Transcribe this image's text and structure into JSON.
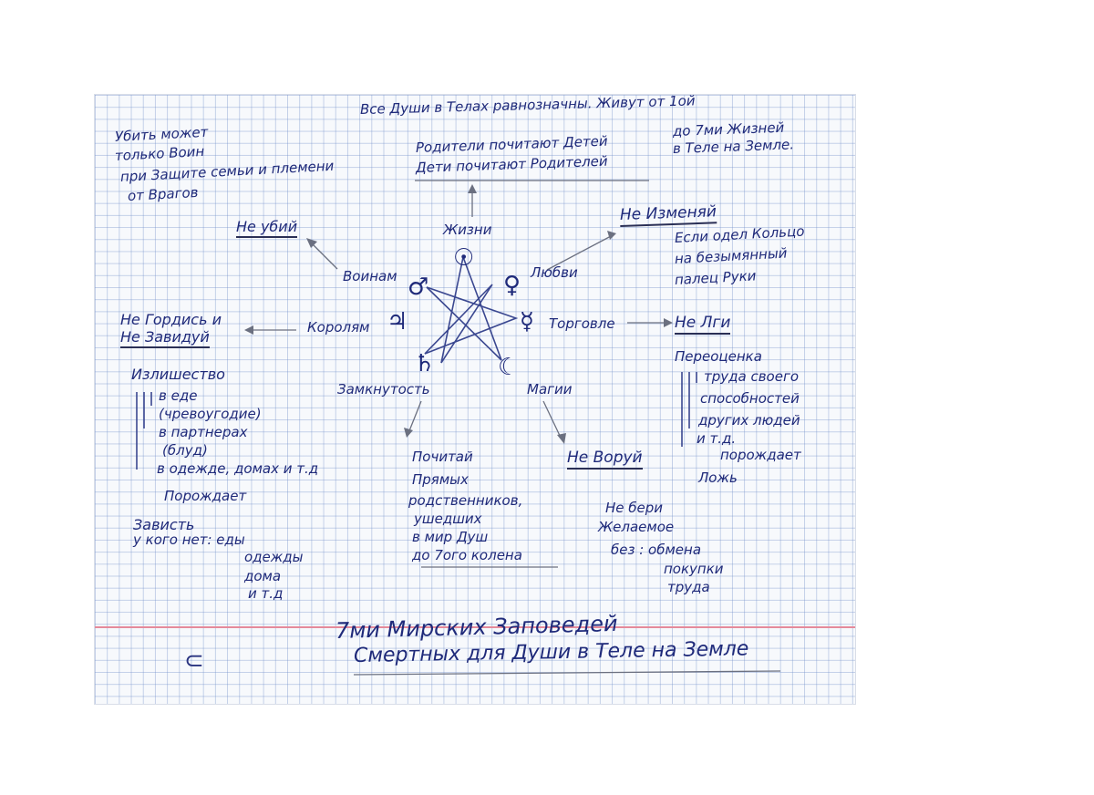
{
  "top": {
    "line1": "Все Души в Телах равнозначны. Живут от 1ой",
    "line2": "до 7ми Жизней",
    "line3": "в Теле на Земле."
  },
  "warrior_note": {
    "line1": "Убить может",
    "line2": "только Воин",
    "line3": "при Защите семьи и племени",
    "line4": "от Врагов"
  },
  "parents": {
    "line1": "Родители почитают Детей",
    "line2": "Дети почитают Родителей"
  },
  "ne_ubiy": "Не убий",
  "ne_izmenyay": {
    "title": "Не Изменяй",
    "line1": "Если одел Кольцо",
    "line2": "на безымянный",
    "line3": "палец Руки"
  },
  "centre": {
    "zhizni": "Жизни",
    "lyubvi": "Любви",
    "voinam": "Воинам",
    "korolyam": "Королям",
    "torgovle": "Торговле",
    "zamknutost": "Замкнутость",
    "magii": "Магии"
  },
  "symbols": {
    "sun": "☉",
    "mars": "♂",
    "venus": "♀",
    "jupiter": "♃",
    "mercury": "☿",
    "saturn": "♄",
    "moon": "☾"
  },
  "ne_gordis": {
    "line1": "Не Гордись и",
    "line2": "Не Завидуй",
    "l1": "Излишество",
    "l2": "в еде",
    "l3": "(чревоугодие)",
    "l4": "в партнерах",
    "l5": "(блуд)",
    "l6": "в одежде, домах и т.д",
    "l7": "Порождает",
    "l8": "Зависть",
    "l9": "у кого нет: еды",
    "l10": "одежды",
    "l11": "дома",
    "l12": "и т.д"
  },
  "ne_lgi": {
    "title": "Не Лги",
    "l1": "Переоценка",
    "l2": "труда своего",
    "l3": "способностей",
    "l4": "других людей",
    "l5": "и т.д.",
    "l6": "порождает",
    "l7": "Ложь"
  },
  "pochitay": {
    "l1": "Почитай",
    "l2": "Прямых",
    "l3": "родственников,",
    "l4": "ушедших",
    "l5": "в мир Душ",
    "l6": "до 7ого колена"
  },
  "ne_voruy": {
    "title": "Не Воруй",
    "l1": "Не бери",
    "l2": "Желаемое",
    "l3": "без : обмена",
    "l4": "покупки",
    "l5": "труда"
  },
  "footer": {
    "line1": "7ми Мирских Заповедей",
    "line2": "Смертных для Души в Теле на Земле",
    "left_mark": "⊂"
  }
}
